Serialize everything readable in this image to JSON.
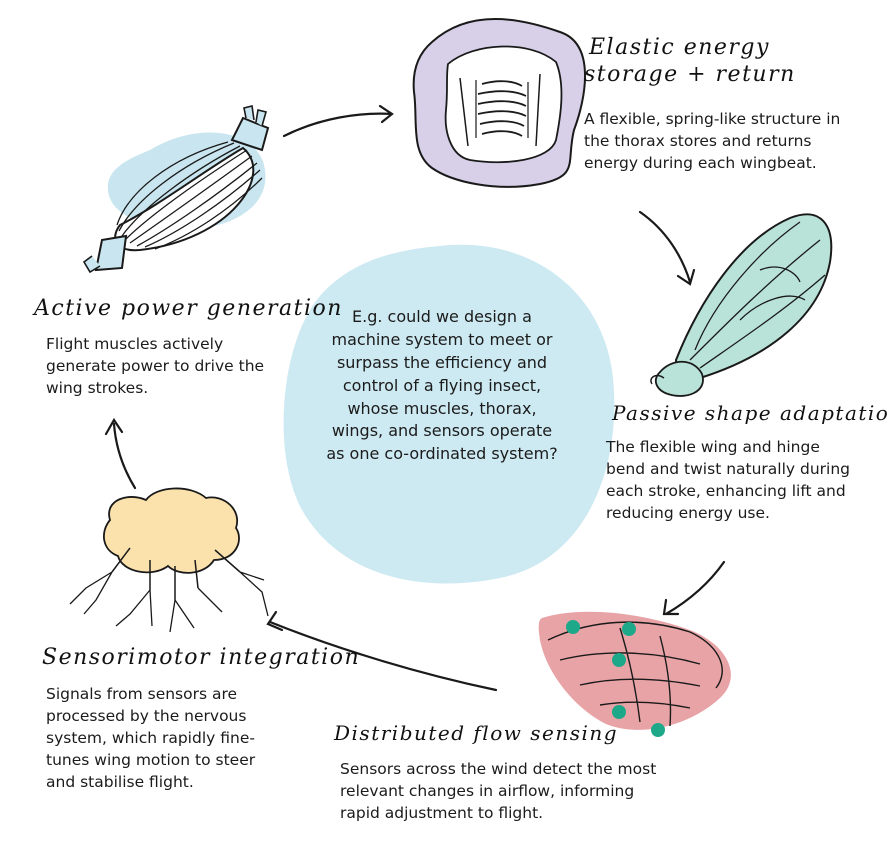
{
  "center_question": "E.g. could we design a machine system to meet or surpass the efficiency and control of a flying insect, whose muscles, thorax, wings, and sensors operate as one co-ordinated system?",
  "stages": {
    "elastic": {
      "title_line1": "Elastic energy",
      "title_line2": "storage + return",
      "description": "A flexible, spring-like structure in the thorax stores and returns energy during each wingbeat."
    },
    "passive": {
      "title": "Passive shape adaptation",
      "description": "The flexible wing and hinge bend and twist naturally during each stroke, enhancing lift and reducing energy use."
    },
    "flow": {
      "title": "Distributed flow sensing",
      "description": "Sensors across the wind detect the most relevant changes in airflow, informing rapid adjustment to flight."
    },
    "sensorimotor": {
      "title": "Sensorimotor integration",
      "description": "Signals from sensors are processed by the nervous system, which rapidly fine-tunes wing motion to steer and stabilise flight."
    },
    "active": {
      "title": "Active power generation",
      "description": "Flight muscles actively generate power to drive the wing strokes."
    }
  },
  "colors": {
    "muscle_bg": "#c9e6f0",
    "center_bg": "#cde9f2",
    "thorax_bg": "#d8d0e8",
    "wing_green": "#b9e3d8",
    "wing_red": "#e8a3a6",
    "brain": "#fbe2ad",
    "sensor_dot": "#1ea88a",
    "ink": "#1a1a1a"
  }
}
